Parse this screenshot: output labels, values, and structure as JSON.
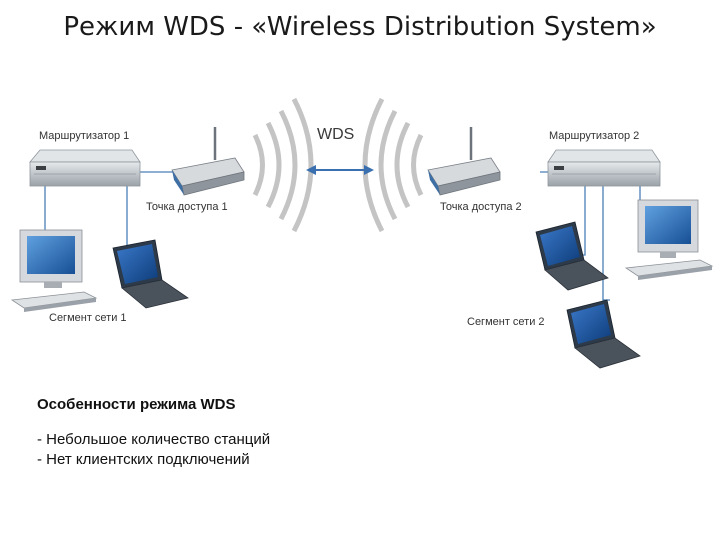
{
  "title": "Режим WDS - «Wireless Distribution System»",
  "diagram": {
    "link_label": "WDS",
    "router_1": "Маршрутизатор 1",
    "router_2": "Маршрутизатор 2",
    "ap_1": "Точка доступа 1",
    "ap_2": "Точка доступа 2",
    "segment_1": "Сегмент сети 1",
    "segment_2": "Сегмент сети 2"
  },
  "notes": {
    "heading": "Особенности режима WDS",
    "items": [
      "- Небольшое количество станций",
      "- Нет клиентских подключений"
    ]
  },
  "colors": {
    "link_arrow": "#3a6fb0",
    "wave": "#b8b8b8",
    "cable": "#4a7fb8",
    "device_body": "#c9ced4",
    "screen": "#1f5fa8"
  }
}
